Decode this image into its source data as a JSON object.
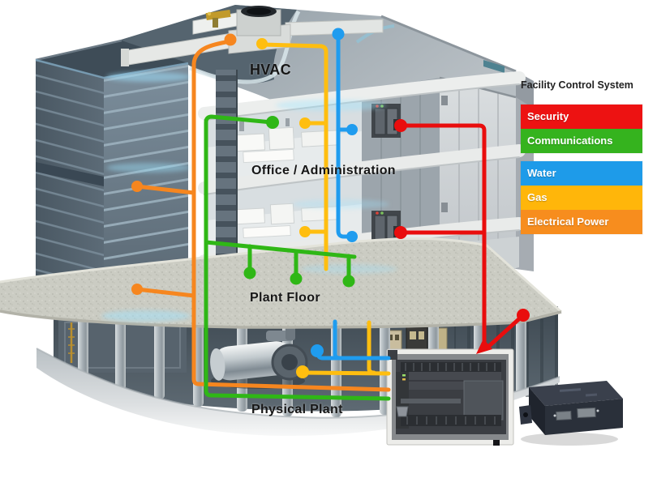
{
  "diagram": {
    "building_labels": {
      "hvac": "HVAC",
      "office_administration": "Office / Administration",
      "plant_floor": "Plant Floor",
      "physical_plant": "Physical Plant"
    },
    "legend": {
      "title": "Facility Control System",
      "groups": [
        {
          "items": [
            {
              "label": "Security",
              "color": "#ED1212"
            },
            {
              "label": "Communications",
              "color": "#35B31E"
            }
          ]
        },
        {
          "items": [
            {
              "label": "Water",
              "color": "#1E9BE9"
            },
            {
              "label": "Gas",
              "color": "#FFB60A"
            },
            {
              "label": "Electrical Power",
              "color": "#F78D1E"
            }
          ]
        }
      ]
    },
    "line_colors": {
      "security_red": "#E90D0D",
      "communications_green": "#2FB716",
      "water_blue": "#1F9CEF",
      "gas_yellow": "#FFBE10",
      "electrical_orange": "#F6861F"
    },
    "icons": {
      "plc": "plc-controller-image",
      "gateway": "gateway-device-image",
      "rooftop_unit": "rooftop-hvac-unit",
      "boiler": "boiler-unit"
    }
  }
}
